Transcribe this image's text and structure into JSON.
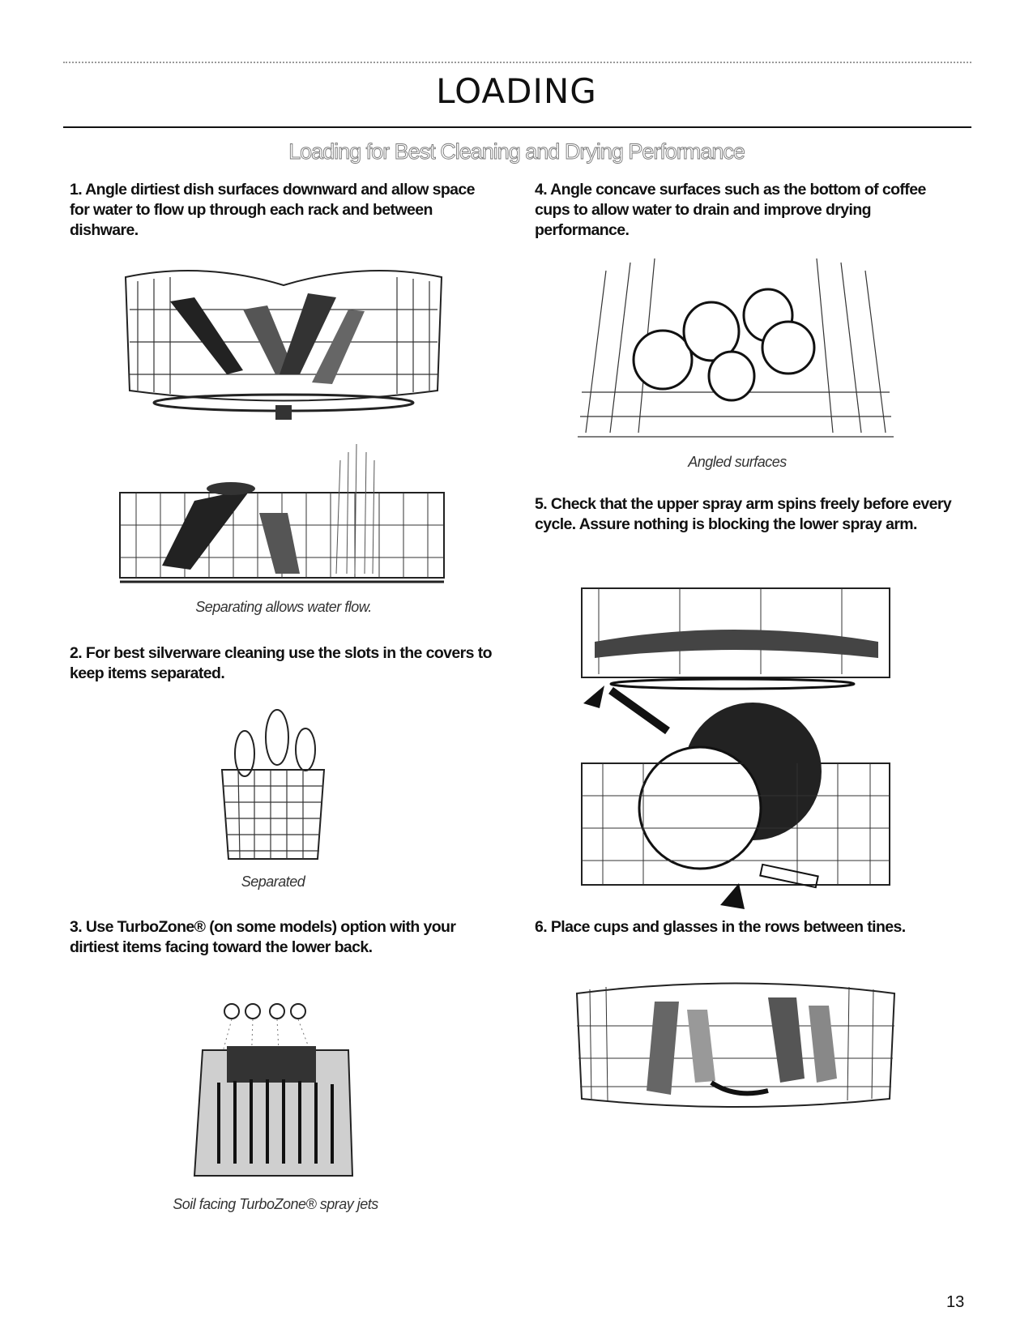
{
  "header": {
    "title": "LOADING",
    "subtitle": "Loading for Best Cleaning and Drying Performance"
  },
  "steps": [
    {
      "text": "1. Angle dirtiest dish surfaces downward and allow space for water to flow up through each rack and between dishware."
    },
    {
      "text": "2. For best silverware cleaning use the slots in the covers to keep items separated."
    },
    {
      "text": "3. Use TurboZone® (on some models) option with your dirtiest items facing toward the lower back."
    },
    {
      "text": "4. Angle concave surfaces such as the bottom of coffee cups to allow water to drain and improve drying performance."
    },
    {
      "text": "5. Check that the upper spray arm spins freely before every cycle. Assure nothing is blocking the lower spray arm."
    },
    {
      "text": "6. Place cups and glasses in the rows between tines."
    }
  ],
  "captions": {
    "separating": "Separating allows water flow.",
    "separated": "Separated",
    "soil_facing": "Soil facing TurboZone® spray jets",
    "angled": "Angled surfaces"
  },
  "page_number": "13"
}
